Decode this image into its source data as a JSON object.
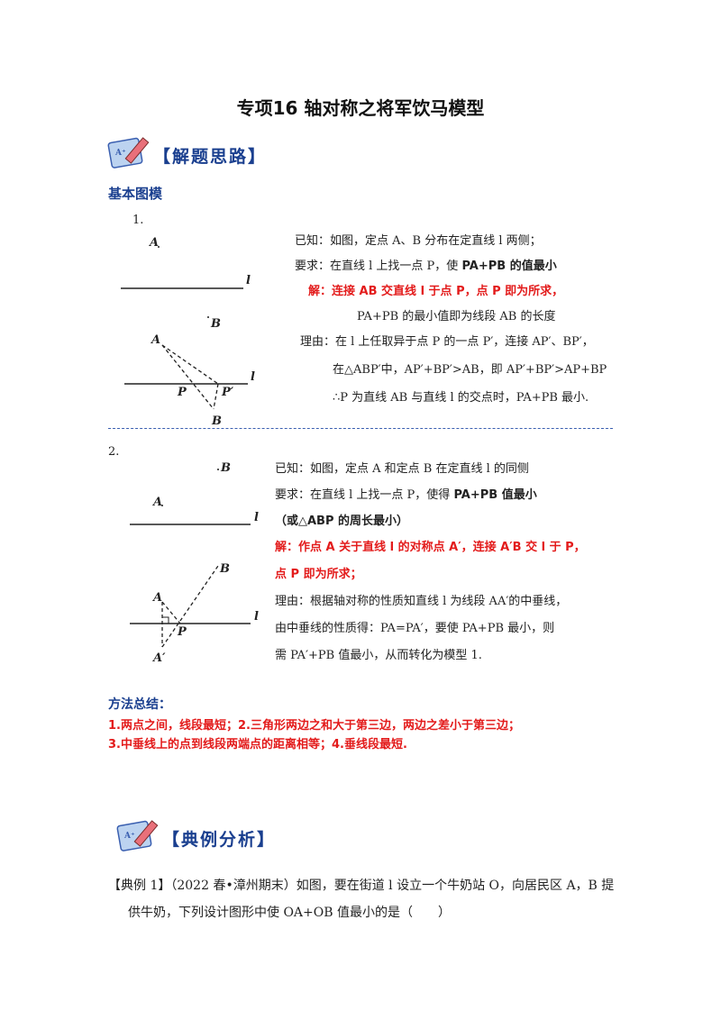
{
  "title": "专项16 轴对称之将军饮马模型",
  "banner1": {
    "text": "【解题思路】",
    "icon": "pencil-paper-icon"
  },
  "section_basic": "基本图模",
  "model1": {
    "number": "1.",
    "known": "已知：如图，定点 A、B 分布在定直线 l 两侧；",
    "req_prefix": "要求：在直线 l 上找一点 P，使 ",
    "req_bold": "PA+PB 的值最小",
    "sol_prefix": "解：",
    "sol_red": "连接 AB 交直线 l 于点 P，点 P 即为所求，",
    "sol_line2": "PA+PB 的最小值即为线段 AB 的长度",
    "reason1": "理由：在 l 上任取异于点 P 的一点 P′，连接 AP′、BP′，",
    "reason2": "在△ABP′中，AP′+BP′>AB，即 AP′+BP′>AP+BP",
    "reason3": "∴P 为直线 AB 与直线 l 的交点时，PA+PB 最小."
  },
  "model2": {
    "number": "2.",
    "known": "已知：如图，定点 A 和定点 B 在定直线 l 的同侧",
    "req_prefix": "要求：在直线 l 上找一点 P，使得 ",
    "req_bold": "PA+PB 值最小",
    "req_bold2": "（或△ABP 的周长最小）",
    "sol_prefix": "解：",
    "sol_red1": "作点 A 关于直线 l 的对称点 A′，连接 A′B 交 l 于 P，",
    "sol_red2": "点 P 即为所求；",
    "reason1": "理由：根据轴对称的性质知直线 l 为线段 AA′的中垂线，",
    "reason2": "由中垂线的性质得：PA=PA′，要使 PA+PB 最小，则",
    "reason3": "需 PA′+PB 值最小，从而转化为模型 1."
  },
  "diagram_labels": {
    "A": "A",
    "B": "B",
    "l": "l",
    "P": "P",
    "P_prime": "P′",
    "A_prime": "A′"
  },
  "summary": {
    "heading": "方法总结：",
    "line1": "1.两点之间，线段最短；2.三角形两边之和大于第三边，两边之差小于第三边；",
    "line2": "3.中垂线上的点到线段两端点的距离相等；4.垂线段最短."
  },
  "banner2": {
    "text": "【典例分析】",
    "icon": "pencil-paper-icon"
  },
  "example": {
    "label": "【典例 1】",
    "line1": "（2022 春•漳州期末）如图，要在街道 l 设立一个牛奶站 O，向居民区 A，B 提",
    "line2": "供牛奶，下列设计图形中使 OA+OB 值最小的是（　　）"
  },
  "colors": {
    "heading_blue": "#1a3f8f",
    "red": "#e31b1b",
    "separator": "#3a5fb0"
  }
}
